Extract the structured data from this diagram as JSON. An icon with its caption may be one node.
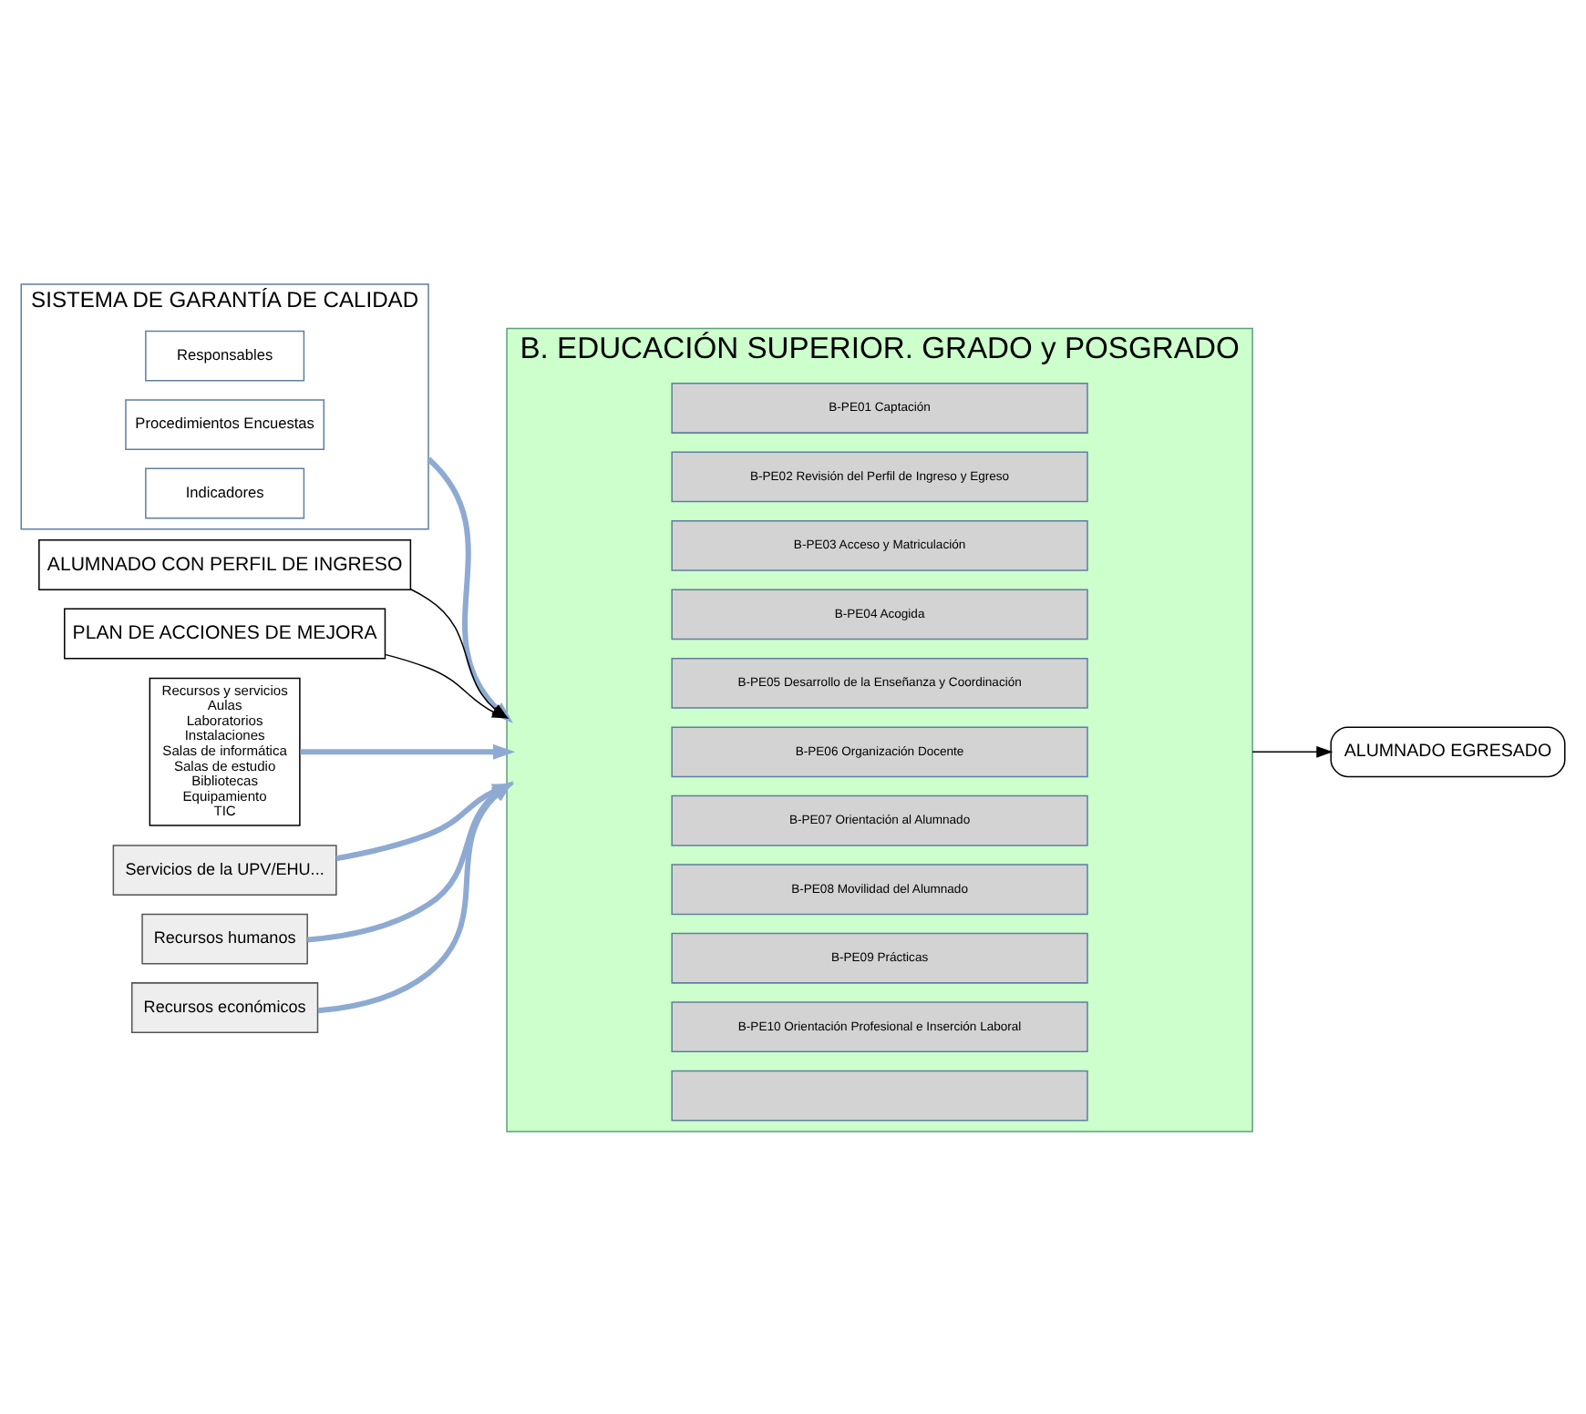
{
  "diagram": {
    "nodes": [
      {
        "text": [
          "SISTEMA DE GARANTÍA DE CALIDAD"
        ]
      },
      {
        "text": [
          "Responsables"
        ],
        "in": 0
      },
      {
        "text": [
          "Procedimientos Encuestas"
        ],
        "in": 0
      },
      {
        "text": [
          "Indicadores"
        ],
        "in": 0
      },
      {
        "text": [
          "B. EDUCACIÓN SUPERIOR. GRADO y POSGRADO"
        ]
      },
      {
        "text": [
          "B-PE01 Captación"
        ],
        "in": 4
      },
      {
        "text": [
          "B-PE02 Revisión del Perfil de Ingreso y Egreso"
        ],
        "in": 4
      },
      {
        "text": [
          "B-PE03 Acceso y Matriculación"
        ],
        "in": 4
      },
      {
        "text": [
          "B-PE04 Acogida"
        ],
        "in": 4
      },
      {
        "text": [
          "B-PE05 Desarrollo de la Enseñanza y Coordinación"
        ],
        "in": 4
      },
      {
        "text": [
          "B-PE06 Organización Docente"
        ],
        "in": 4
      },
      {
        "text": [
          "B-PE07 Orientación al Alumnado"
        ],
        "in": 4
      },
      {
        "text": [
          "B-PE08 Movilidad del Alumnado"
        ],
        "in": 4
      },
      {
        "text": [
          "B-PE09 Prácticas"
        ],
        "in": 4
      },
      {
        "text": [
          "B-PE10 Orientación Profesional e Inserción Laboral"
        ],
        "in": 4
      },
      {
        "text": [],
        "shape": "box",
        "in": 4
      },
      {
        "text": [
          "ALUMNADO CON PERFIL DE INGRESO"
        ]
      },
      {
        "text": [
          "PLAN DE ACCIONES DE MEJORA"
        ]
      },
      {
        "text": [
          "ALUMNADO EGRESADO"
        ]
      },
      {
        "text": [
          "Recursos y servicios",
          "Aulas",
          "Laboratorios",
          "Instalaciones",
          "Salas de informática",
          "Salas de estudio",
          "Bibliotecas",
          "Equipamiento",
          "TIC"
        ]
      },
      {
        "text": [
          "Servicios de la UPV/EHU..."
        ]
      },
      {
        "text": [
          "Recursos humanos"
        ]
      },
      {
        "text": [
          "Recursos económicos"
        ]
      }
    ],
    "edges": [
      {
        "from": 0,
        "to": 4,
        "arrow": "to"
      },
      {
        "from": 16,
        "to": 4,
        "arrow": "to",
        "color": "#000000"
      },
      {
        "from": 17,
        "to": 4,
        "arrow": "to",
        "color": "#000000"
      },
      {
        "from": 4,
        "to": 18,
        "arrow": "to",
        "color": "#000000"
      },
      {
        "from": 19,
        "to": 4,
        "arrow": "to"
      },
      {
        "from": 20,
        "to": 4,
        "arrow": "to"
      },
      {
        "from": 21,
        "to": 4,
        "arrow": "to"
      },
      {
        "from": 22,
        "to": 4,
        "arrow": "to"
      }
    ]
  }
}
